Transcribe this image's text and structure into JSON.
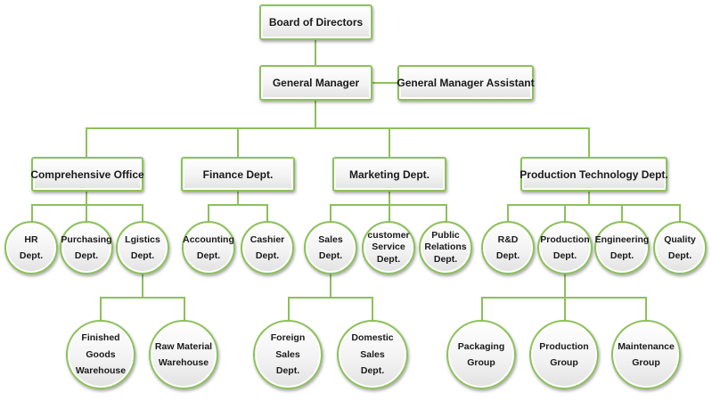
{
  "org_chart": {
    "board": "Board of Directors",
    "general_manager": "General Manager",
    "gm_assistant": "General Manager Assistant",
    "comprehensive_office": {
      "label": "Comprehensive Office",
      "children": {
        "hr": "HR\nDept.",
        "purchasing": "Purchasing\nDept.",
        "logistics": {
          "label": "Lgistics\nDept.",
          "children": {
            "finished_goods": "Finished Goods\nWarehouse",
            "raw_material": "Raw Material\nWarehouse"
          }
        }
      }
    },
    "finance": {
      "label": "Finance Dept.",
      "children": {
        "accounting": "Accounting\nDept.",
        "cashier": "Cashier\nDept."
      }
    },
    "marketing": {
      "label": "Marketing Dept.",
      "children": {
        "sales": {
          "label": "Sales\nDept.",
          "children": {
            "foreign_sales": "Foreign Sales\nDept.",
            "domestic_sales": "Domestic Sales\nDept."
          }
        },
        "customer_service": "customer\nService\nDept.",
        "public_relations": "Public\nRelations\nDept."
      }
    },
    "production_technology": {
      "label": "Production Technology Dept.",
      "children": {
        "rd": "R&D\nDept.",
        "production": {
          "label": "Production\nDept.",
          "children": {
            "packaging": "Packaging\nGroup",
            "production_group": "Production\nGroup",
            "maintenance": "Maintenance\nGroup"
          }
        },
        "engineering": "Engineering\nDept.",
        "quality": "Quality\nDept."
      }
    }
  },
  "colors": {
    "connector": "#8cc15a",
    "node_border": "#8cc15a"
  }
}
